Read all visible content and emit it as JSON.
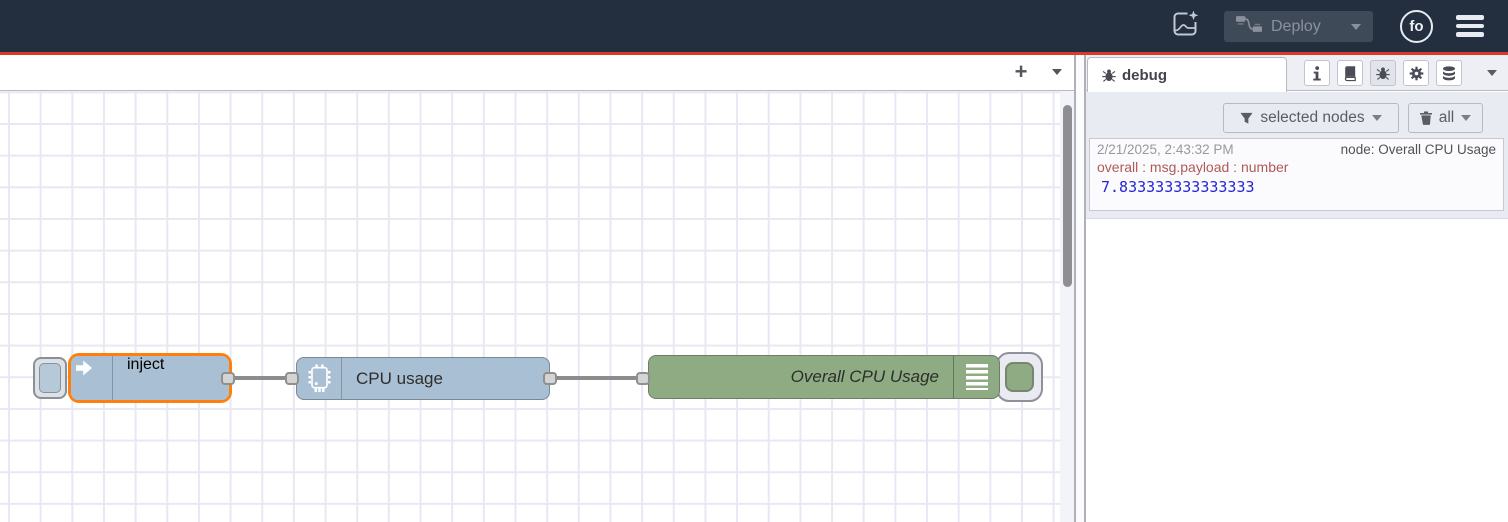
{
  "header": {
    "deploy": {
      "label": "Deploy"
    },
    "user_initials": "fo"
  },
  "workspace_tabs": {
    "add_label": "+"
  },
  "flow": {
    "selection_color": "#ff7f0e",
    "nodes": [
      {
        "id": "inject",
        "type": "inject",
        "label": "inject",
        "color": "#a9bfd3",
        "selected": true,
        "has_button": true
      },
      {
        "id": "cpu-usage",
        "type": "cpu",
        "label": "CPU usage",
        "color": "#a9bfd3",
        "selected": false
      },
      {
        "id": "overall-cpu-usage",
        "type": "debug",
        "label": "Overall CPU Usage",
        "color": "#8fab84",
        "selected": false,
        "toggle_enabled": true
      }
    ],
    "wires": [
      {
        "from": "inject",
        "to": "cpu-usage"
      },
      {
        "from": "cpu-usage",
        "to": "overall-cpu-usage"
      }
    ]
  },
  "sidebar": {
    "active_tab": "debug",
    "tools": [
      "info",
      "help-book",
      "debug-bug",
      "settings-gear",
      "context-database"
    ],
    "filter_label": "selected nodes",
    "clear_label": "all",
    "messages": [
      {
        "timestamp": "2/21/2025, 2:43:32 PM",
        "source": "node: Overall CPU Usage",
        "property": "overall : msg.payload : number",
        "value": "7.833333333333333"
      }
    ]
  },
  "colors": {
    "header_bg": "#232e3f",
    "accent_red": "#d93a2c",
    "node_blue": "#a9bfd3",
    "node_green": "#8fab84",
    "debug_property": "#b05a55",
    "debug_value": "#2626d4",
    "grid_line": "#e8e8f4"
  }
}
